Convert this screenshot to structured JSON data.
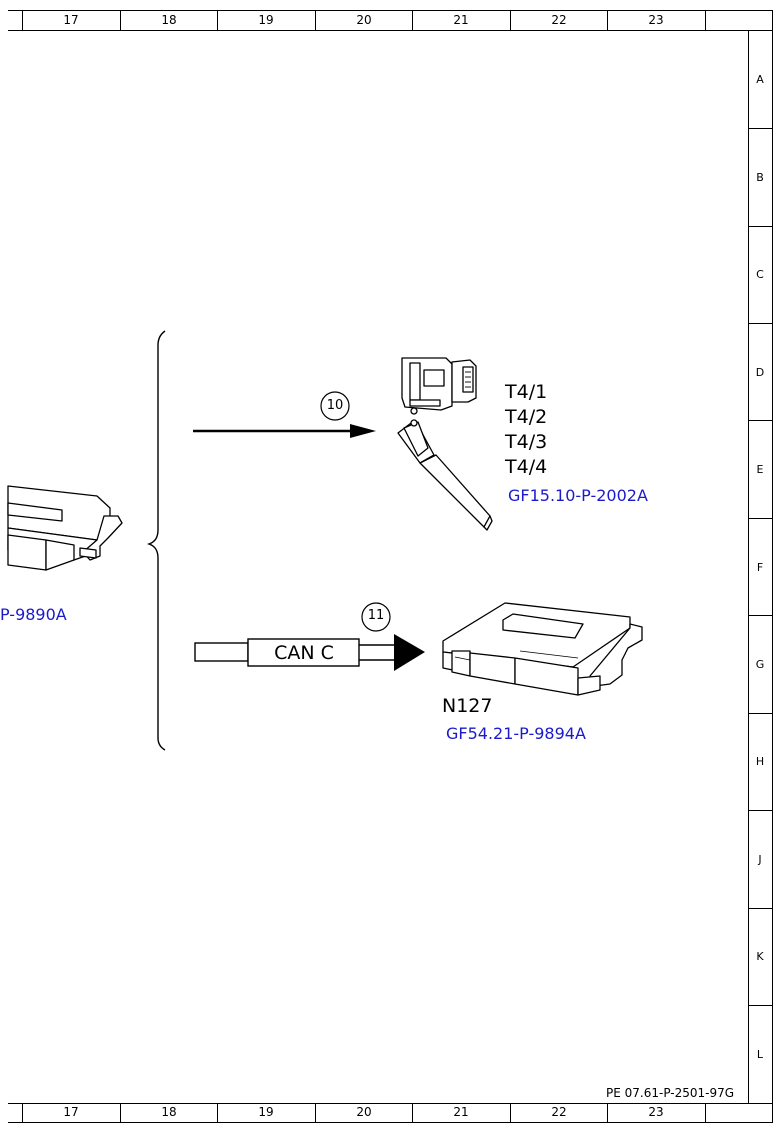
{
  "frame": {
    "columns": [
      "17",
      "18",
      "19",
      "20",
      "21",
      "22",
      "23"
    ],
    "rows": [
      "A",
      "B",
      "C",
      "D",
      "E",
      "F",
      "G",
      "H",
      "J",
      "K",
      "L"
    ],
    "reference": "PE 07.61-P-2501-97G"
  },
  "partial_module": {
    "link": "P-9890A"
  },
  "item_10": {
    "callout": "10",
    "pins": [
      "T4/1",
      "T4/2",
      "T4/3",
      "T4/4"
    ],
    "link": "GF15.10-P-2002A"
  },
  "item_11": {
    "callout": "11",
    "bus_label": "CAN C",
    "component": "N127",
    "link": "GF54.21-P-9894A"
  }
}
